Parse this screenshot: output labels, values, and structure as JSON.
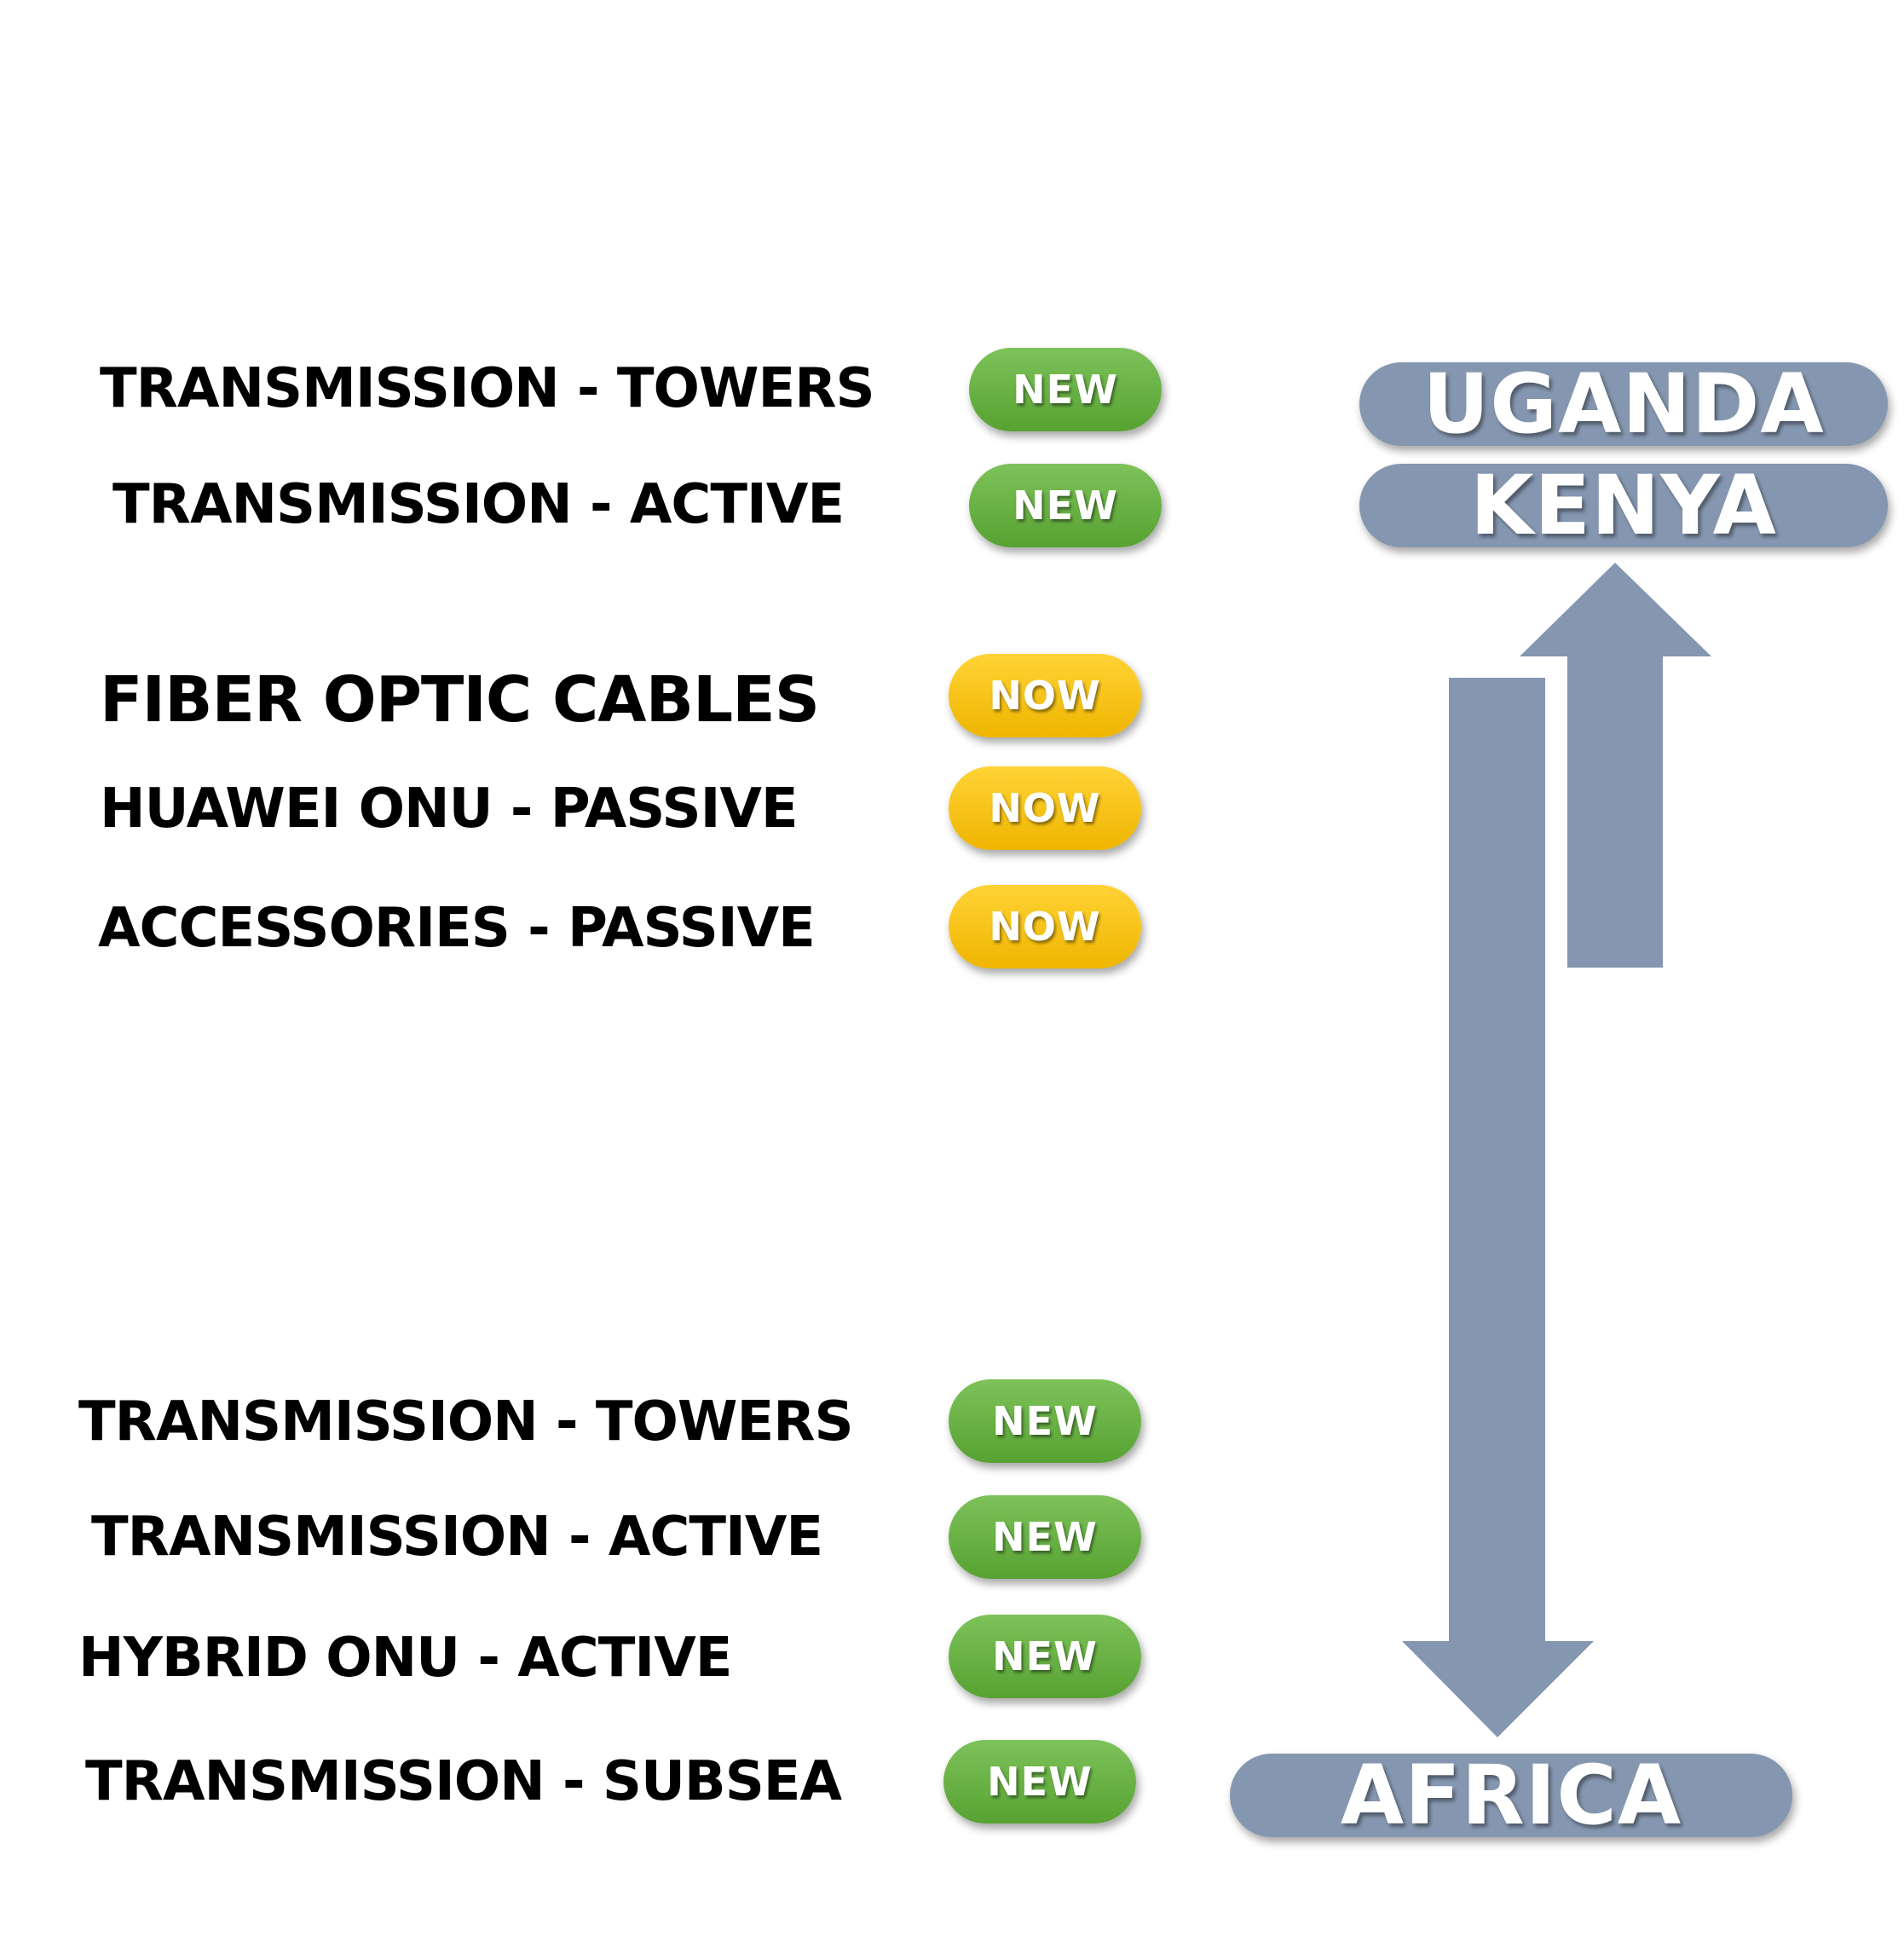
{
  "upper_group": {
    "items": [
      {
        "label": "TRANSMISSION - TOWERS",
        "badge": "NEW"
      },
      {
        "label": "TRANSMISSION - ACTIVE",
        "badge": "NEW"
      },
      {
        "label": "FIBER OPTIC CABLES",
        "badge": "NOW"
      },
      {
        "label": "HUAWEI ONU - PASSIVE",
        "badge": "NOW"
      },
      {
        "label": "ACCESSORIES - PASSIVE",
        "badge": "NOW"
      }
    ]
  },
  "lower_group": {
    "items": [
      {
        "label": "TRANSMISSION - TOWERS",
        "badge": "NEW"
      },
      {
        "label": "TRANSMISSION - ACTIVE",
        "badge": "NEW"
      },
      {
        "label": "HYBRID ONU - ACTIVE",
        "badge": "NEW"
      },
      {
        "label": "TRANSMISSION - SUBSEA",
        "badge": "NEW"
      }
    ]
  },
  "regions": {
    "uganda": "UGANDA",
    "kenya": "KENYA",
    "africa": "AFRICA"
  },
  "colors": {
    "new_badge": "#62ab3c",
    "now_badge": "#f7c20c",
    "region": "#8597b0",
    "arrow": "#8597b0",
    "text": "#000000"
  },
  "icons": {
    "up_arrow": "arrow-up",
    "down_arrow": "arrow-down"
  }
}
